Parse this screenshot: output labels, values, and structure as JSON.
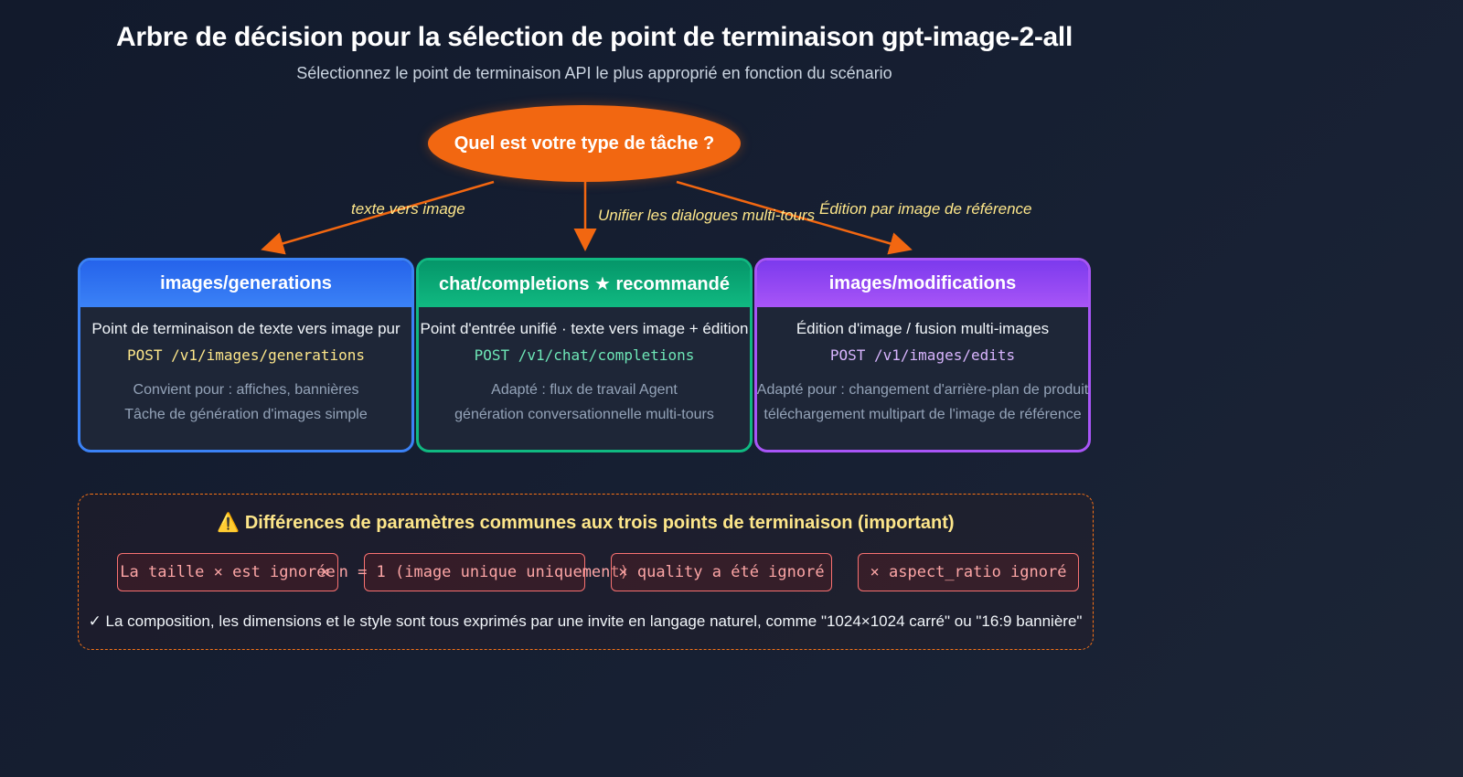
{
  "header": {
    "title": "Arbre de décision pour la sélection de point de terminaison gpt-image-2-all",
    "subtitle": "Sélectionnez le point de terminaison API le plus approprié en fonction du scénario"
  },
  "root": {
    "label": "Quel est votre type de tâche ?"
  },
  "edges": {
    "left": "texte vers image",
    "middle": "Unifier les dialogues multi-tours",
    "right": "Édition par image de référence"
  },
  "cards": [
    {
      "title": "images/generations",
      "description": "Point de terminaison de texte vers image pur",
      "endpoint": "POST /v1/images/generations",
      "note1": "Convient pour : affiches, bannières",
      "note2": "Tâche de génération d'images simple",
      "color": "#3b82f6",
      "endpoint_color": "#fde68a"
    },
    {
      "title": "chat/completions ★ recommandé",
      "description": "Point d'entrée unifié · texte vers image + édition",
      "endpoint": "POST /v1/chat/completions",
      "note1": "Adapté : flux de travail Agent",
      "note2": "génération conversationnelle multi-tours",
      "color": "#10b981",
      "endpoint_color": "#6ee7b7"
    },
    {
      "title": "images/modifications",
      "description": "Édition d'image / fusion multi-images",
      "endpoint": "POST /v1/images/edits",
      "note1": "Adapté pour : changement d'arrière-plan de produit",
      "note2": "téléchargement multipart de l'image de référence",
      "color": "#a855f7",
      "endpoint_color": "#d8b4fe"
    }
  ],
  "warning": {
    "title": "⚠️ Différences de paramètres communes aux trois points de terminaison (important)",
    "chips": [
      "La taille × est ignorée",
      "× n = 1 (image unique uniquement)",
      "× quality a été ignoré",
      "× aspect_ratio ignoré"
    ],
    "note": "✓ La composition, les dimensions et le style sont tous exprimés par une invite en langage naturel, comme \"1024×1024 carré\" ou \"16:9 bannière\""
  },
  "colors": {
    "accent_orange": "#f26711",
    "edge_label": "#fde68a",
    "warn_chip": "#f87171"
  }
}
